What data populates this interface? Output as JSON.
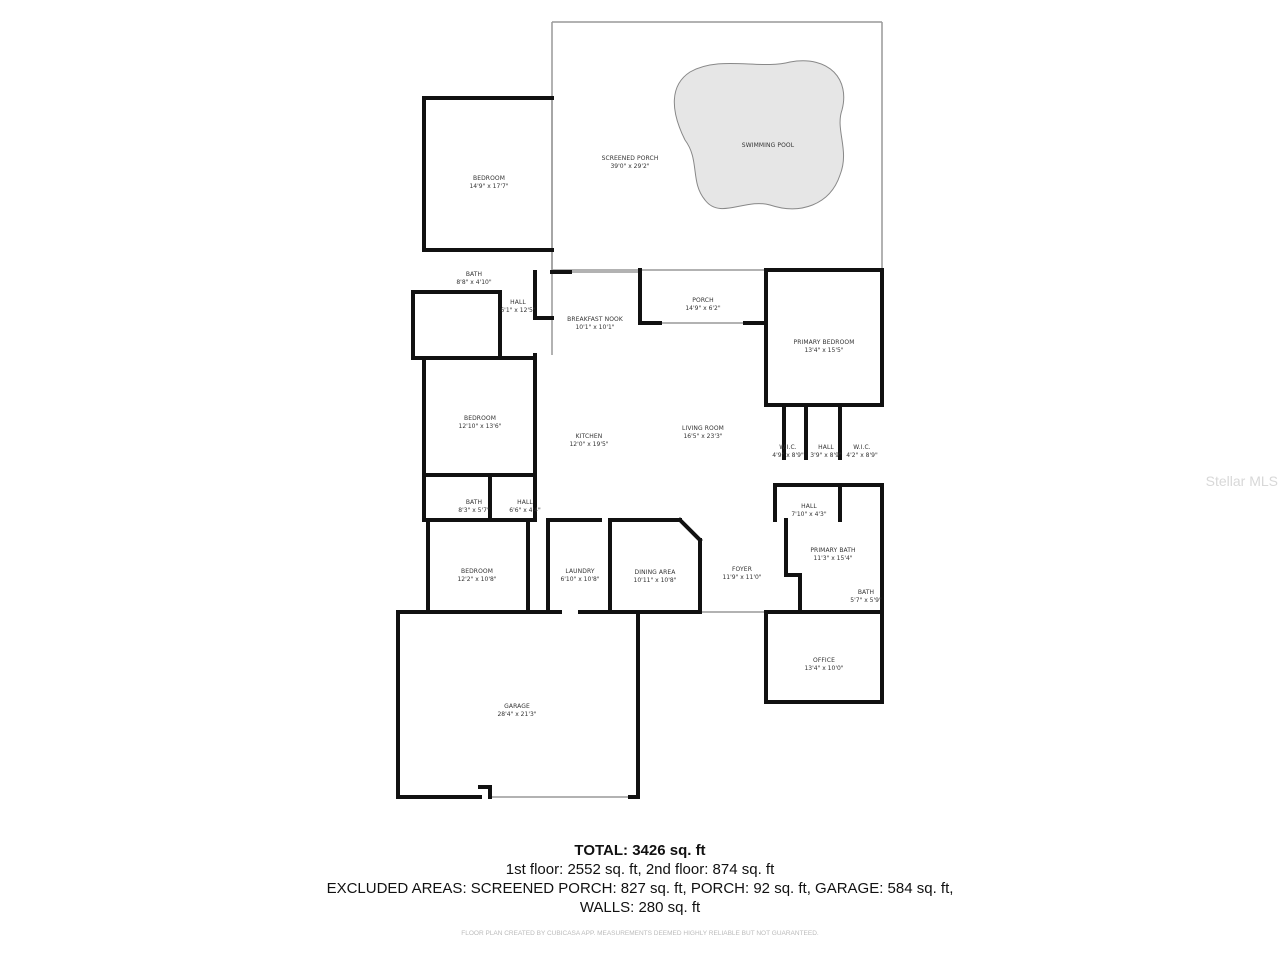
{
  "rooms": [
    {
      "name": "SCREENED PORCH",
      "dims": "39'0\" x 29'2\""
    },
    {
      "name": "SWIMMING POOL",
      "dims": ""
    },
    {
      "name": "BEDROOM",
      "dims": "14'9\" x 17'7\""
    },
    {
      "name": "BATH",
      "dims": "8'8\" x 4'10\""
    },
    {
      "name": "HALL",
      "dims": "6'1\" x 12'5\""
    },
    {
      "name": "BREAKFAST NOOK",
      "dims": "10'1\" x 10'1\""
    },
    {
      "name": "PORCH",
      "dims": "14'9\" x 6'2\""
    },
    {
      "name": "PRIMARY BEDROOM",
      "dims": "13'4\" x 15'5\""
    },
    {
      "name": "BEDROOM",
      "dims": "12'10\" x 13'6\""
    },
    {
      "name": "KITCHEN",
      "dims": "12'0\" x 19'5\""
    },
    {
      "name": "LIVING ROOM",
      "dims": "16'5\" x 23'3\""
    },
    {
      "name": "W.I.C.",
      "dims": "4'9\" x 8'9\""
    },
    {
      "name": "HALL",
      "dims": "3'9\" x 8'9\""
    },
    {
      "name": "W.I.C.",
      "dims": "4'2\" x 8'9\""
    },
    {
      "name": "BATH",
      "dims": "8'3\" x 5'7\""
    },
    {
      "name": "HALL",
      "dims": "6'6\" x 4'4\""
    },
    {
      "name": "HALL",
      "dims": "7'10\" x 4'3\""
    },
    {
      "name": "BEDROOM",
      "dims": "12'2\" x 10'8\""
    },
    {
      "name": "LAUNDRY",
      "dims": "6'10\" x 10'8\""
    },
    {
      "name": "DINING AREA",
      "dims": "10'11\" x 10'8\""
    },
    {
      "name": "FOYER",
      "dims": "11'9\" x 11'0\""
    },
    {
      "name": "PRIMARY BATH",
      "dims": "11'3\" x 15'4\""
    },
    {
      "name": "BATH",
      "dims": "5'7\" x 5'9\""
    },
    {
      "name": "OFFICE",
      "dims": "13'4\" x 10'0\""
    },
    {
      "name": "GARAGE",
      "dims": "28'4\" x 21'3\""
    }
  ],
  "summary": {
    "total": "TOTAL: 3426 sq. ft",
    "floors": "1st floor: 2552 sq. ft, 2nd floor: 874 sq. ft",
    "excluded": "EXCLUDED AREAS: SCREENED PORCH: 827 sq. ft, PORCH: 92 sq. ft, GARAGE: 584 sq. ft,",
    "walls": "WALLS: 280 sq. ft"
  },
  "credit": "FLOOR PLAN CREATED BY CUBICASA APP. MEASUREMENTS DEEMED HIGHLY RELIABLE BUT NOT GUARANTEED.",
  "watermark": "Stellar MLS",
  "colors": {
    "wall": "#111111",
    "pool": "#e6e6e6",
    "text": "#333333"
  }
}
